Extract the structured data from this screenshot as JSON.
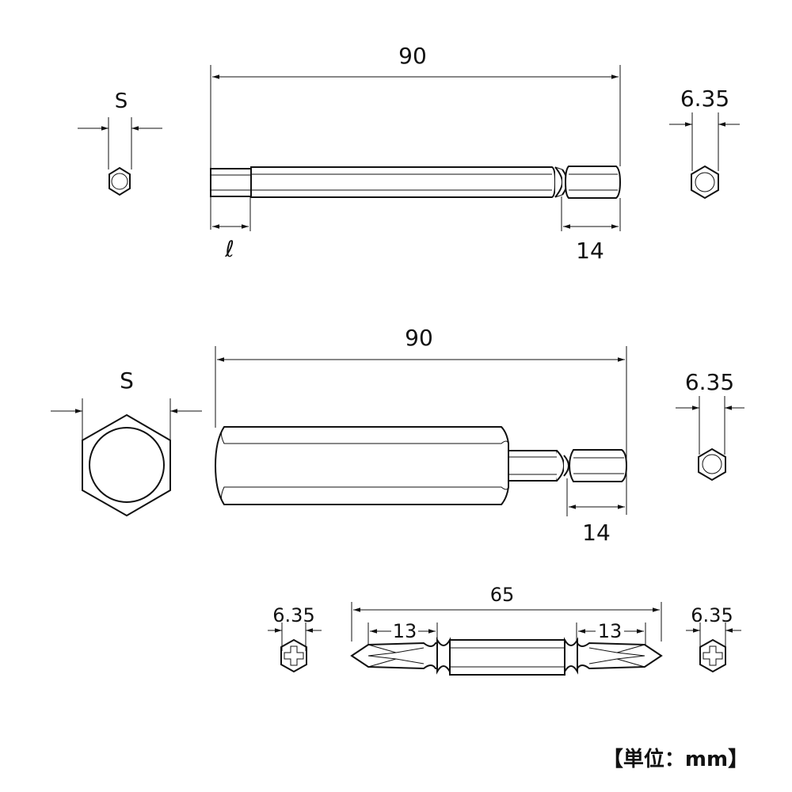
{
  "bit1": {
    "overall_length": "90",
    "hex_shank_length": "14",
    "tip_length_symbol": "ℓ",
    "tip_size_symbol": "S",
    "shank_size": "6.35"
  },
  "bit2": {
    "overall_length": "90",
    "hex_shank_length": "14",
    "tip_size_symbol": "S",
    "shank_size": "6.35"
  },
  "bit3": {
    "overall_length": "65",
    "left_tip_length": "13",
    "right_tip_length": "13",
    "left_end_size": "6.35",
    "right_end_size": "6.35"
  },
  "unit_label": "【単位：mm】"
}
